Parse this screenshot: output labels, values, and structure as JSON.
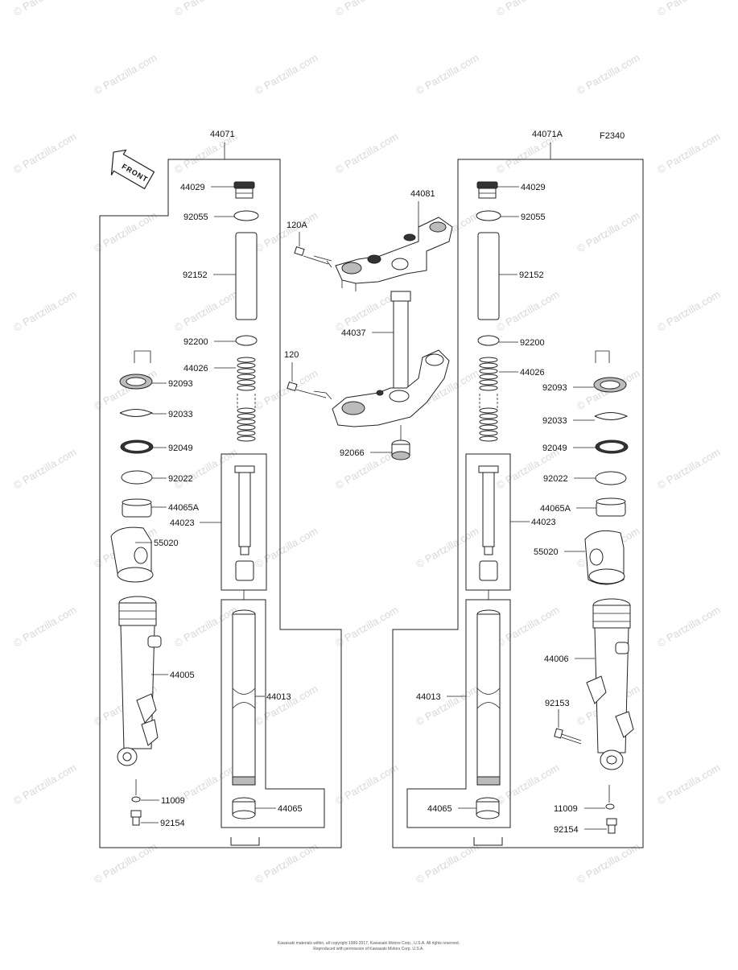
{
  "diagram": {
    "figure_code": "F2340",
    "watermark": "© Partzilla.com",
    "front_label": "FRONT",
    "assemblies": {
      "left": "44071",
      "right": "44071A"
    },
    "center_labels": {
      "upper_bracket": "44081",
      "bolt_upper": "120A",
      "stem": "44037",
      "bolt_lower": "120",
      "stem_nut": "92066"
    },
    "left_labels": {
      "cap": "44029",
      "oring": "92055",
      "spacer": "92152",
      "washer": "92200",
      "spring": "44026",
      "seal": "92093",
      "clip": "92033",
      "stop_ring": "92049",
      "seal2": "92022",
      "bushing_a": "44065A",
      "cylinder": "44023",
      "cover": "55020",
      "outer_tube": "44005",
      "inner_tube": "44013",
      "gasket": "11009",
      "bolt": "92154",
      "bushing": "44065"
    },
    "right_labels": {
      "cap": "44029",
      "oring": "92055",
      "spacer": "92152",
      "washer": "92200",
      "spring": "44026",
      "seal": "92093",
      "clip": "92033",
      "stop_ring": "92049",
      "seal2": "92022",
      "bushing_a": "44065A",
      "cylinder": "44023",
      "cover": "55020",
      "outer_tube": "44006",
      "inner_tube": "44013",
      "axle_bolt": "92153",
      "gasket": "11009",
      "bolt": "92154",
      "bushing": "44065"
    },
    "footer_line1": "Kawasaki materials within, all copyright 1996-2017, Kawasaki Motors Corp., U.S.A. All rights reserved.",
    "footer_line2": "Reproduced with permission of Kawasaki Motors Corp. U.S.A."
  }
}
